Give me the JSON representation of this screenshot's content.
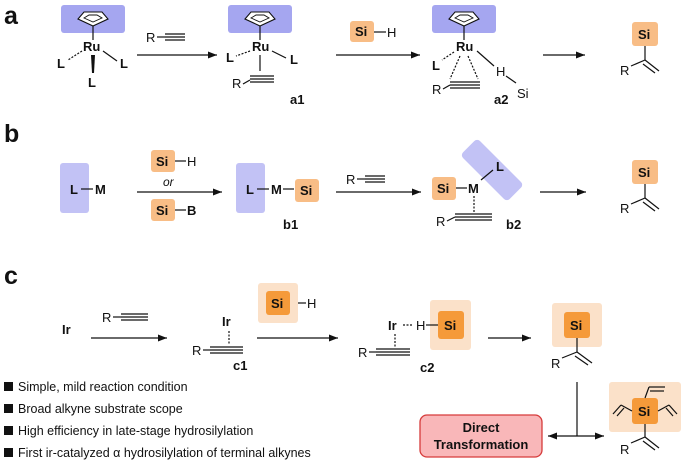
{
  "panels": {
    "a": {
      "letter": "a",
      "ru": "Ru",
      "ligand": "L",
      "alkyne_r": "R",
      "si": "Si",
      "h": "H",
      "label_a1": "a1",
      "label_a2": "a2"
    },
    "b": {
      "letter": "b",
      "ligand": "L",
      "metal": "M",
      "si": "Si",
      "h": "H",
      "b_atom": "B",
      "or_text": "or",
      "alkyne_r": "R",
      "label_b1": "b1",
      "label_b2": "b2"
    },
    "c": {
      "letter": "c",
      "ir": "Ir",
      "si": "Si",
      "h": "H",
      "alkyne_r": "R",
      "label_c1": "c1",
      "label_c2": "c2"
    }
  },
  "features": [
    "Simple, mild reaction condition",
    "Broad alkyne substrate scope",
    "High efficiency in late-stage hydrosilylation",
    "First ir-catalyzed α hydrosilylation of terminal alkynes"
  ],
  "direct_box": {
    "line1": "Direct",
    "line2": "Transformation"
  },
  "colors": {
    "cp_box": "#a5a6f0",
    "ligand_box": "#c2c2f5",
    "si_box": "#f8bd86",
    "si_halo": "#fbe1c9",
    "si_core": "#f59a3a",
    "direct_fill": "#f9b7b9",
    "direct_stroke": "#d63b3b"
  }
}
